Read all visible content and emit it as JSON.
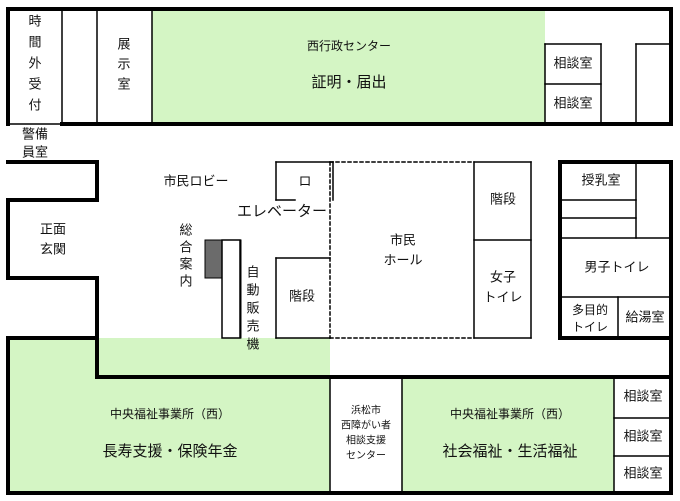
{
  "colors": {
    "green": "#d4f5c4",
    "wall": "#000000",
    "info_desk": "#6b6b6b",
    "background": "#ffffff"
  },
  "labels": {
    "after_hours_reception": [
      "時",
      "間",
      "外",
      "受",
      "付"
    ],
    "exhibition_room": [
      "展",
      "示",
      "室"
    ],
    "west_admin_center_title": "西行政センター",
    "west_admin_center_subtitle": "証明・届出",
    "consultation_room": "相談室",
    "security_room": [
      "警備",
      "員室"
    ],
    "main_entrance": [
      "正面",
      "玄関"
    ],
    "citizen_lobby": "市民ロビー",
    "elevator_symbol": "ロ",
    "elevator": "エレベーター",
    "info_desk": [
      "総",
      "合",
      "案",
      "内"
    ],
    "vending_machines": [
      "自",
      "動",
      "販",
      "売",
      "機"
    ],
    "stairs": "階段",
    "citizen_hall": [
      "市民",
      "ホール"
    ],
    "womens_toilet": [
      "女子",
      "トイレ"
    ],
    "nursing_room": "授乳室",
    "mens_toilet": "男子トイレ",
    "multipurpose_toilet": [
      "多目的",
      "トイレ"
    ],
    "kitchenette": "給湯室",
    "welfare_office_west_a_title": "中央福祉事業所（西）",
    "welfare_office_west_a_subtitle": "長寿支援・保険年金",
    "disability_support_center": [
      "浜松市",
      "西障がい者",
      "相談支援",
      "センター"
    ],
    "welfare_office_west_b_title": "中央福祉事業所（西）",
    "welfare_office_west_b_subtitle": "社会福祉・生活福祉"
  }
}
